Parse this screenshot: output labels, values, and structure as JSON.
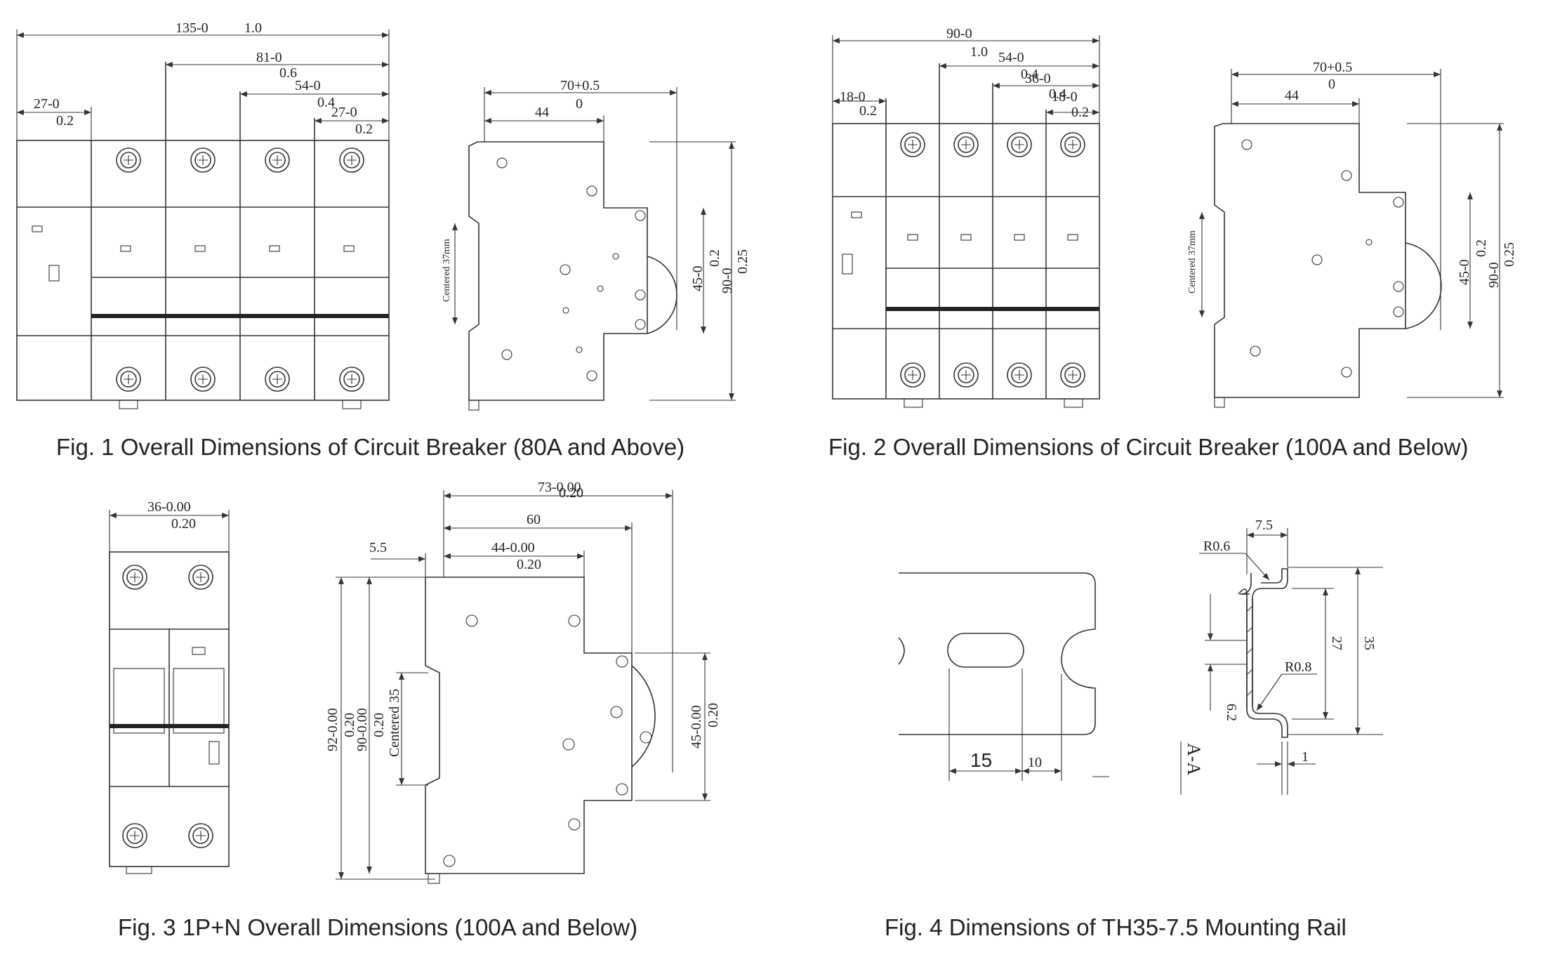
{
  "figures": [
    {
      "id": "fig1",
      "caption": "Fig. 1 Overall Dimensions of Circuit Breaker (80A and Above)",
      "dims": [
        "135-0",
        "1.0",
        "81-0",
        "0.6",
        "54-0",
        "0.4",
        "27-0",
        "0.2",
        "27-0",
        "0.2"
      ],
      "side_dims": [
        "70+0.5",
        "0",
        "44",
        "45-0",
        "0.2",
        "90-0",
        "0.25"
      ],
      "centered": "Centered 37mm"
    },
    {
      "id": "fig2",
      "caption": "Fig. 2 Overall Dimensions of Circuit Breaker (100A and Below)",
      "dims": [
        "90-0",
        "1.0",
        "54-0",
        "0.4",
        "36-0",
        "0.4",
        "18-0",
        "0.2",
        "18-0",
        "0.2"
      ],
      "side_dims": [
        "70+0.5",
        "0",
        "44",
        "45-0",
        "0.2",
        "90-0",
        "0.25"
      ],
      "centered": "Centered 37mm"
    },
    {
      "id": "fig3",
      "caption": "Fig. 3 1P+N Overall Dimensions (100A and Below)",
      "dims": [
        "36-0.00",
        "0.20"
      ],
      "side_dims": [
        "73-0.00",
        "0.20",
        "60",
        "5.5",
        "44-0.00",
        "0.20",
        "92-0.00",
        "0.20",
        "90-0.00",
        "0.20",
        "45-0.00",
        "0.20"
      ],
      "centered": "Centered 35"
    },
    {
      "id": "fig4",
      "caption": "Fig. 4 Dimensions of TH35-7.5 Mounting Rail",
      "dims": [
        "15",
        "10"
      ],
      "profile_dims": [
        "7.5",
        "R0.6",
        "27",
        "35",
        "R0.8",
        "6.2",
        "1",
        "A-A"
      ]
    }
  ]
}
